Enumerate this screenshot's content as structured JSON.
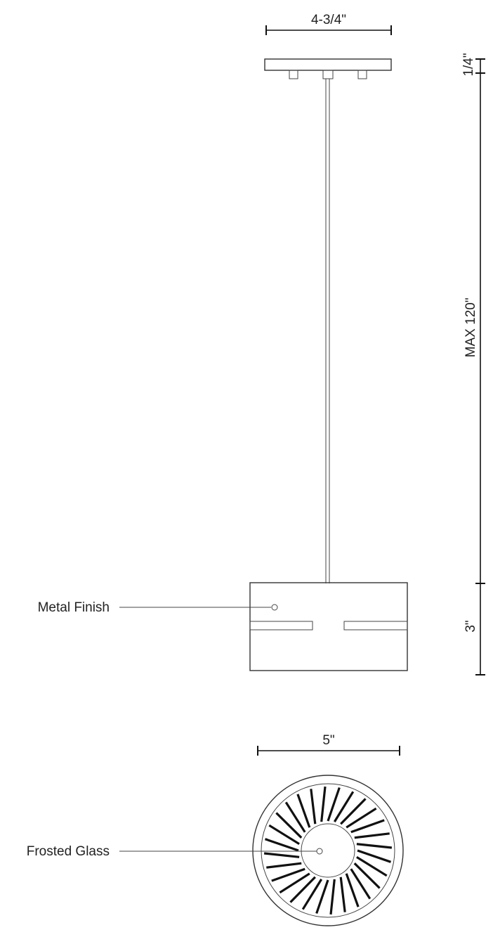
{
  "dimensions": {
    "canopy_width": "4-3/4\"",
    "canopy_height": "1/4\"",
    "max_drop": "MAX 120\"",
    "shade_height": "3\"",
    "shade_diameter": "5\""
  },
  "callouts": {
    "metal_finish": "Metal Finish",
    "frosted_glass": "Frosted Glass"
  },
  "colors": {
    "line": "#333333",
    "dimension": "#111111",
    "text": "#222222",
    "background": "#ffffff"
  }
}
